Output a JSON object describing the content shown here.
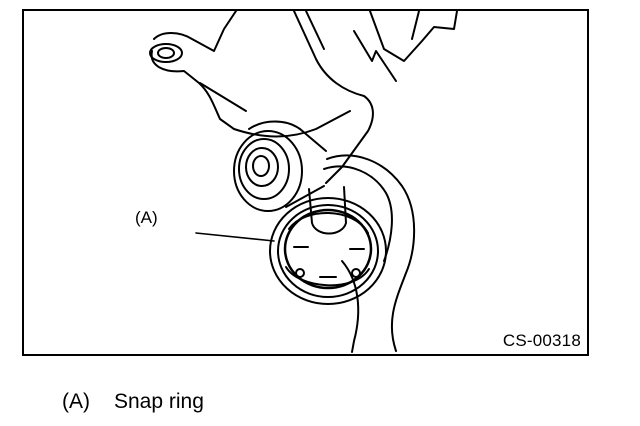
{
  "figure": {
    "code": "CS-00318",
    "callout_label": "(A)"
  },
  "legend": {
    "items": [
      {
        "key": "(A)",
        "text": "Snap ring"
      }
    ]
  }
}
